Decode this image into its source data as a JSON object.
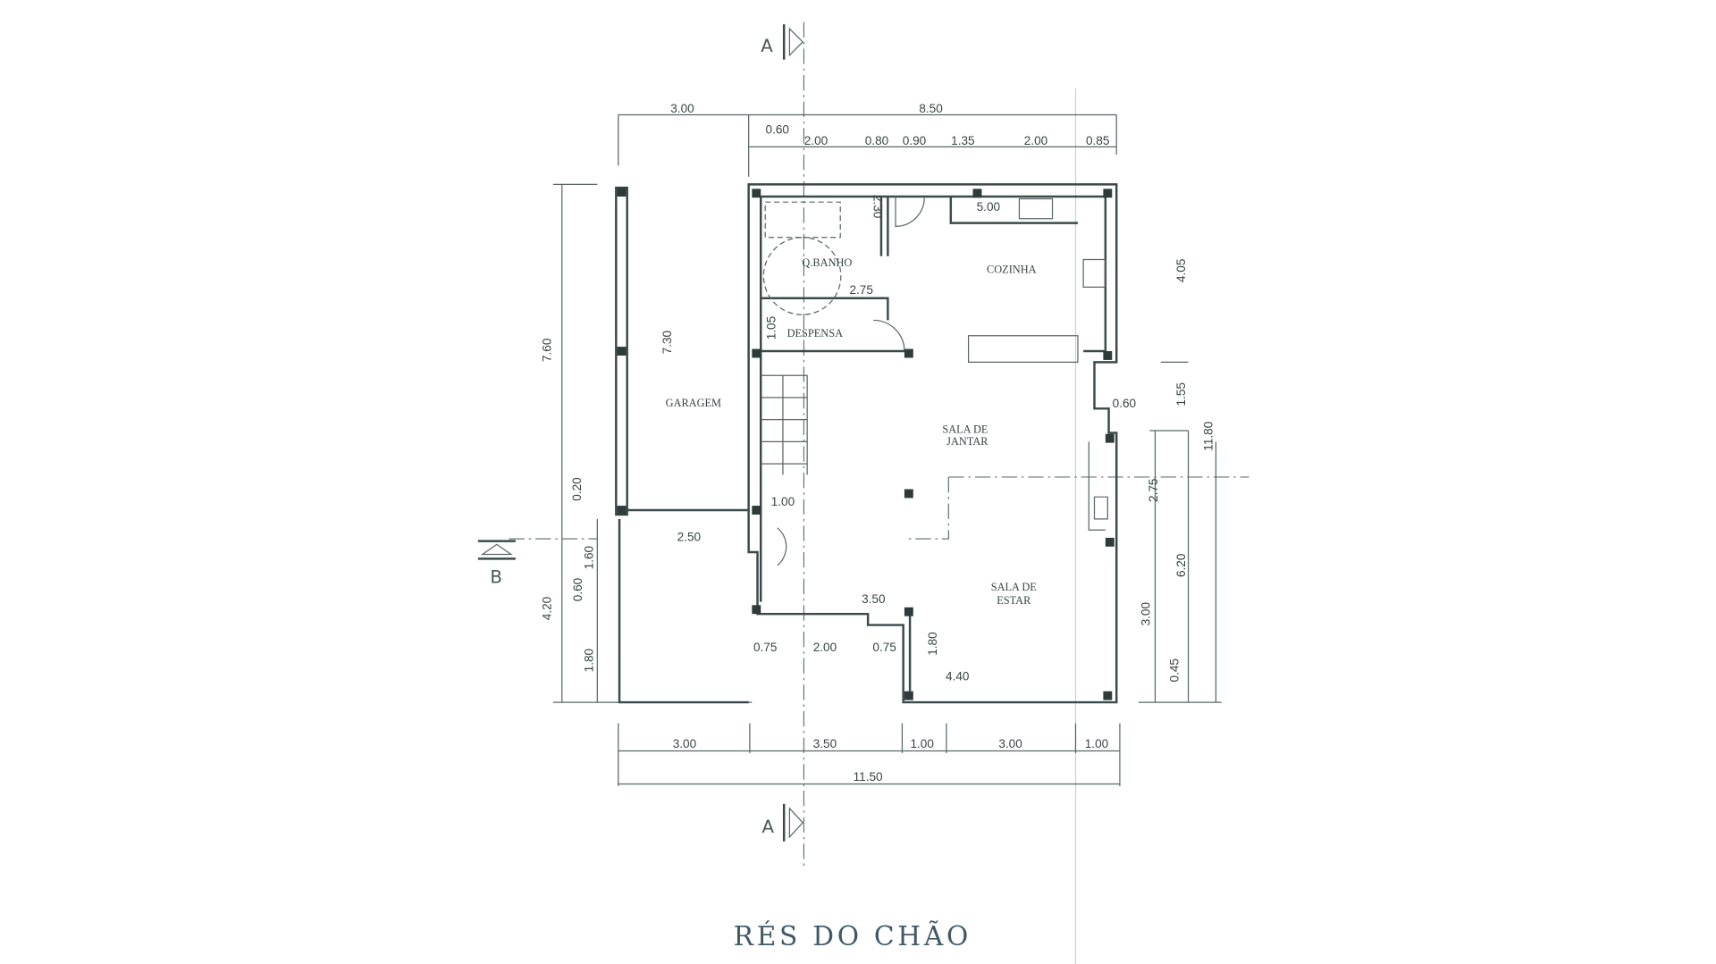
{
  "title": "RÉS DO CHÃO",
  "section_marks": {
    "a_top": "A",
    "a_bottom": "A",
    "b": "B"
  },
  "rooms": {
    "bathroom": "Q.BANHO",
    "kitchen": "COZINHA",
    "pantry": "DESPENSA",
    "garage": "GARAGEM",
    "dining_1": "SALA DE",
    "dining_2": "JANTAR",
    "living_1": "SALA DE",
    "living_2": "ESTAR"
  },
  "dims_top": {
    "left": "3.00",
    "main": "8.50",
    "d1": "0.60",
    "d2": "2.00",
    "d3": "0.80",
    "d4": "0.90",
    "d5": "1.35",
    "d6": "2.00",
    "d7": "0.85"
  },
  "dims_right": {
    "a": "4.05",
    "b": "1.55",
    "c": "11.80",
    "d": "2.75",
    "e": "6.20",
    "f": "3.00",
    "g": "0.45",
    "h": "0.60"
  },
  "dims_left": {
    "a": "7.60",
    "b": "7.30",
    "c": "0.20",
    "d": "1.60",
    "e": "0.60",
    "f": "4.20",
    "g": "1.80"
  },
  "dims_inner": {
    "a": "2.50",
    "b": "1.00",
    "c": "3.50",
    "d": "0.75",
    "e": "2.00",
    "f": "0.75",
    "g": "1.80",
    "h": "4.40",
    "i": "5.00",
    "j": "2.30",
    "k": "2.75",
    "l": "1.05"
  },
  "dims_bottom": {
    "a": "3.00",
    "b": "3.50",
    "c": "1.00",
    "d": "3.00",
    "e": "1.00",
    "total": "11.50"
  }
}
